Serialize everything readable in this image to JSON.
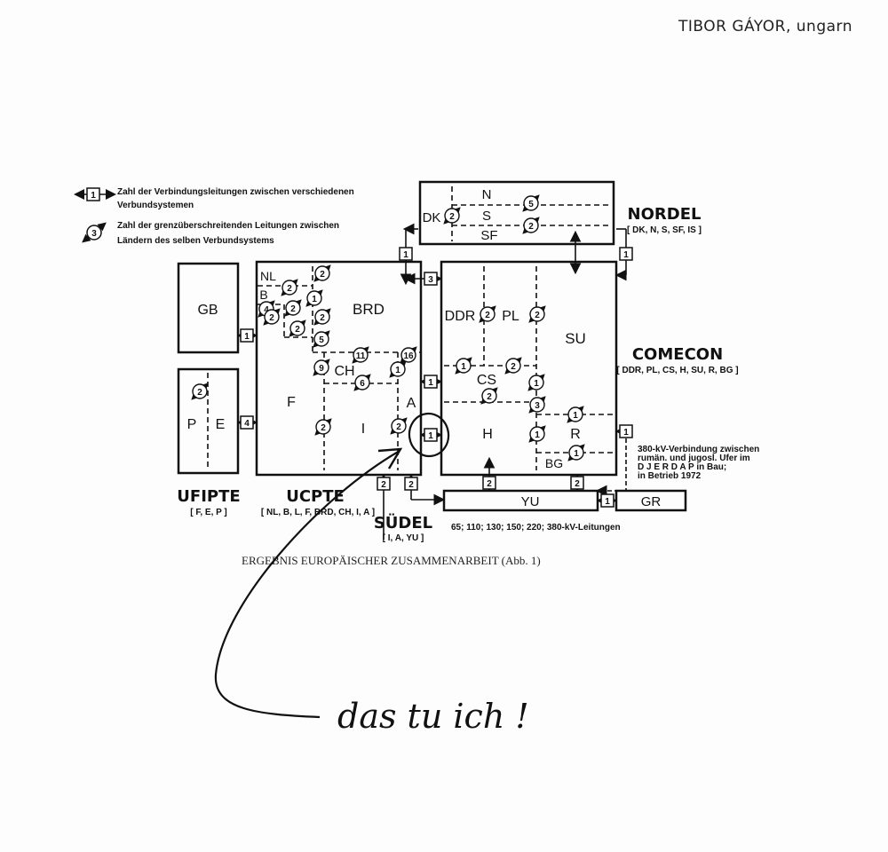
{
  "header": {
    "author": "TIBOR GÁYOR, ungarn"
  },
  "legend": {
    "box_text_line1": "Zahl der Verbindungsleitungen zwischen verschiedenen",
    "box_text_line2": "Verbundsystemen",
    "circle_text_line1": "Zahl der grenzüberschreitenden Leitungen zwischen",
    "circle_text_line2": "Ländern des selben Verbundsystems",
    "box_sample": "1",
    "circle_sample": "3"
  },
  "systems": {
    "nordel": {
      "name": "NORDEL",
      "members": "[ DK, N, S, SF, IS ]"
    },
    "comecon": {
      "name": "COMECON",
      "members": "[ DDR, PL, CS, H, SU, R, BG ]"
    },
    "ufipte": {
      "name": "UFIPTE",
      "members": "[ F, E, P ]"
    },
    "ucpte": {
      "name": "UCPTE",
      "members": "[ NL, B, L, F, BRD, CH, I, A ]"
    },
    "sudel": {
      "name": "SÜDEL",
      "members": "[ I, A, YU ]"
    }
  },
  "countries": {
    "gb": "GB",
    "p": "P",
    "e": "E",
    "f": "F",
    "nl": "NL",
    "b": "B",
    "brd": "BRD",
    "ch": "CH",
    "i": "I",
    "a": "A",
    "dk": "DK",
    "n": "N",
    "s": "S",
    "sf": "SF",
    "ddr": "DDR",
    "pl": "PL",
    "su": "SU",
    "cs": "CS",
    "h": "H",
    "r": "R",
    "bg": "BG",
    "yu": "YU",
    "gr": "GR"
  },
  "links": {
    "gb_ucpte": "1",
    "e_f": "4",
    "nordel_ucpte": "1",
    "ucpte_comecon": "3",
    "nordel_comecon": "1",
    "a_comecon": "1",
    "a_h": "1",
    "r_yu": "1",
    "sudel_1": "2",
    "sudel_2": "2",
    "h_yu": "2",
    "r_yu_2": "2",
    "yu_gr": "1"
  },
  "internal": {
    "nl_brd": "2",
    "nl_b": "2",
    "b_brd": "1",
    "b_l": "4",
    "l_brd": "2",
    "b_f": "2",
    "f_brd": "2",
    "l_f": "2",
    "f_brd_2": "5",
    "brd_ch": "11",
    "brd_a": "16",
    "f_ch": "9",
    "ch_i": "6",
    "ch_a": "1",
    "f_i": "2",
    "i_a": "2",
    "p_e": "2",
    "dk_s": "2",
    "n_s": "5",
    "s_sf": "2",
    "ddr_pl": "2",
    "pl_su": "2",
    "ddr_cs": "1",
    "pl_cs": "2",
    "cs_su": "1",
    "cs_h": "2",
    "h_su": "3",
    "su_r": "1",
    "h_r": "1",
    "r_bg": "1"
  },
  "annotations": {
    "djerdap_line1": "380-kV-Verbindung zwischen",
    "djerdap_line2": "rumän. und jugosl. Ufer im",
    "djerdap_line3": "D J E R D A P  in Bau;",
    "djerdap_line4": "in Betrieb 1972",
    "voltage": "65; 110; 130; 150; 220; 380-kV-Leitungen",
    "caption": "ERGEBNIS EUROPÄISCHER ZUSAMMENARBEIT (Abb. 1)",
    "handwritten": "das tu ich !"
  }
}
